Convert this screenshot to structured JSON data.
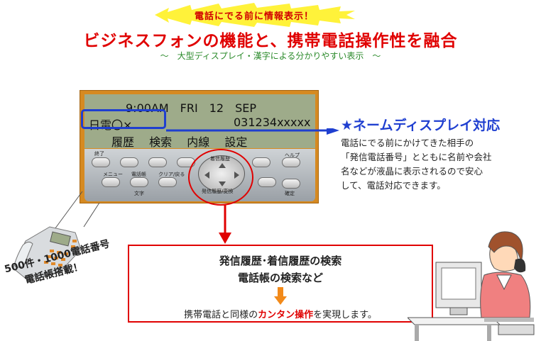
{
  "header": {
    "tagline": "電話にでる前に情報表示！",
    "headline": "ビジネスフォンの機能と、携帯電話操作性を融合",
    "subheadline": "～　大型ディスプレイ・漢字による分かりやすい表示　～"
  },
  "lcd": {
    "time_line": "9:00AM　FRI　12　SEP",
    "caller_name": "日電〇×",
    "caller_number": "031234xxxxx",
    "menu": [
      "履歴",
      "検索",
      "内線",
      "設定"
    ]
  },
  "keypad": {
    "keys": [
      "終了",
      "メニュー",
      "電話帳",
      "文字",
      "クリア/戻る",
      "着信履歴",
      "発信履歴/変換",
      "ヘルプ",
      "確定"
    ]
  },
  "feature": {
    "title": "★ネームディスプレイ対応",
    "description_lines": [
      "電話にでる前にかけてきた相手の",
      "「発信電話番号」とともに名前や会社",
      "名などが液晶に表示されるので安心",
      "して、電話対応できます。"
    ]
  },
  "search_box": {
    "line1": "発信履歴･着信履歴の検索",
    "line2": "電話帳の検索など",
    "bottom_prefix": "携帯電話と同様の",
    "bottom_highlight": "カンタン操作",
    "bottom_suffix": "を実現します。"
  },
  "phone_caption": {
    "line1": "500件・1000電話番号",
    "line2": "電話帳搭載！"
  },
  "colors": {
    "headline": "#e00000",
    "subheadline": "#2a8a2a",
    "feature_title": "#1f3fd0",
    "panel": "#d68a21",
    "lcd": "#9eab8a"
  }
}
